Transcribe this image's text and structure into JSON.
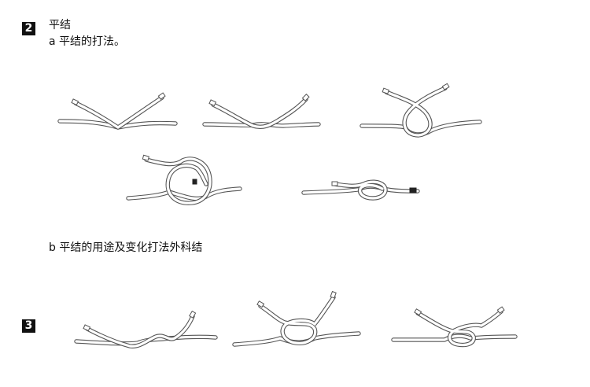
{
  "section": {
    "step_number": "2",
    "title": "平结",
    "subtitle_a": "a 平结的打法。",
    "subtitle_b": "b 平结的用途及变化打法外科结"
  },
  "next_step": {
    "step_number": "3"
  }
}
